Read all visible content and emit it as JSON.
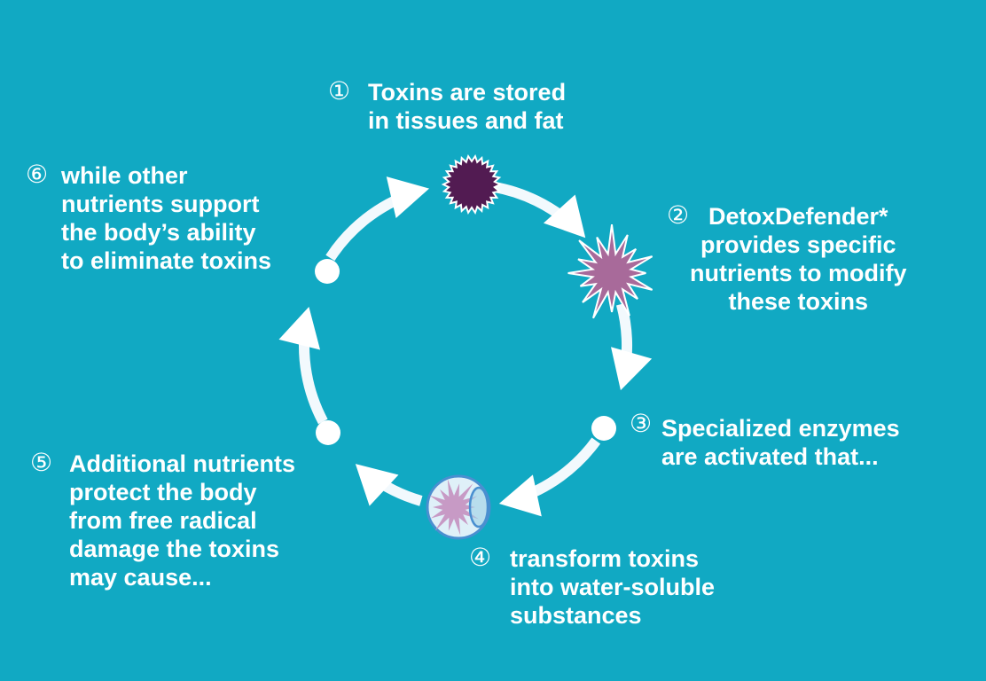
{
  "colors": {
    "background": "#11a9c3",
    "arrow": "#f2f9fd",
    "toxin_dark": "#521b52",
    "toxin_pink": "#a86a9a"
  },
  "steps": [
    {
      "num": "①",
      "text": "Toxins are stored\nin tissues and fat"
    },
    {
      "num": "②",
      "text": "DetoxDefender*\nprovides specific\nnutrients to modify\nthese toxins"
    },
    {
      "num": "③",
      "text": "Specialized enzymes\nare activated that..."
    },
    {
      "num": "④",
      "text": "transform toxins\ninto water-soluble\nsubstances"
    },
    {
      "num": "⑤",
      "text": "Additional nutrients\nprotect the body\nfrom free radical\ndamage the toxins\nmay cause..."
    },
    {
      "num": "⑥",
      "text": "while other\nnutrients support\nthe body’s ability\nto eliminate toxins"
    }
  ]
}
